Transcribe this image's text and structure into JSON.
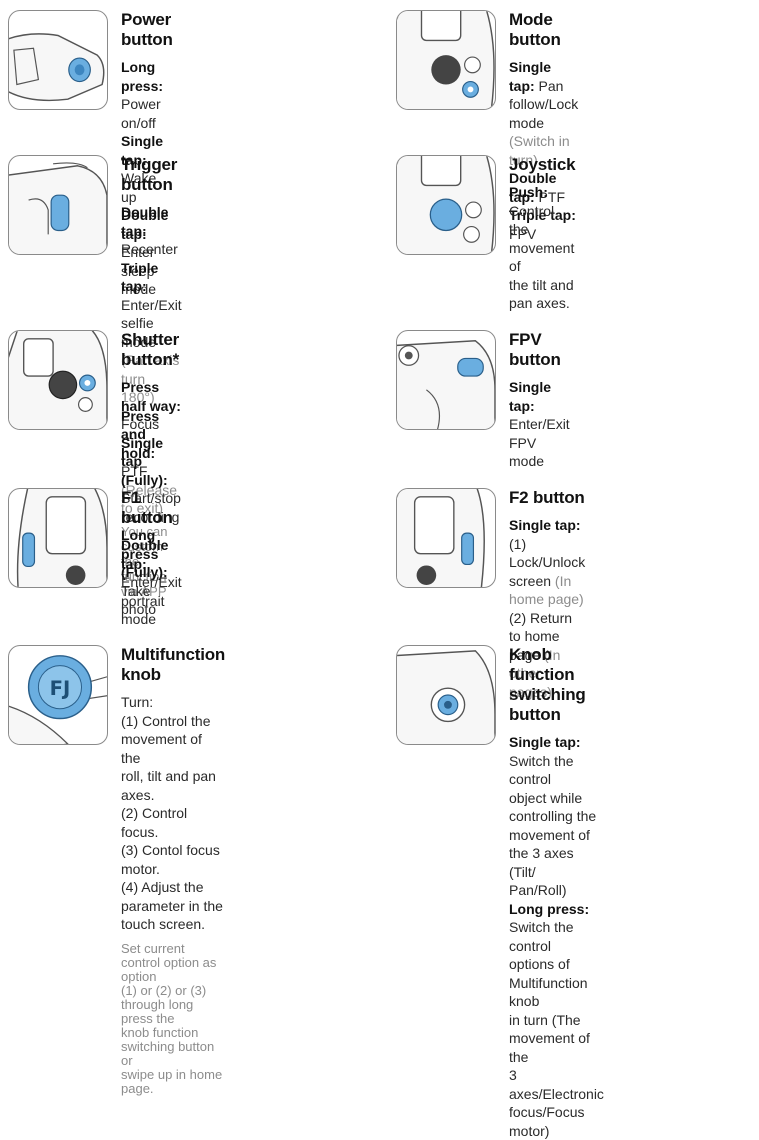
{
  "entries": {
    "power": {
      "title": "Power button",
      "l1_key": "Long press:",
      "l1_val": " Power on/off",
      "l2_key": "Single tap:",
      "l2_val": " Wake up",
      "l3_key": "Double tap:",
      "l3_val": " Enter sleep mode"
    },
    "mode": {
      "title": "Mode button",
      "l1_key": "Single tap:",
      "l1_val": " Pan follow/Lock",
      "l1b_val": "mode ",
      "l1b_gray": "(Switch in turn)",
      "l2_key": "Double tap:",
      "l2_val": " PTF",
      "l3_key": "Triple tap:",
      "l3_val": " FPV"
    },
    "trigger": {
      "title": "Trigger button",
      "l1_key": "Double tap:",
      "l1_val": " Recenter",
      "l2_key": "Triple tap:",
      "l2_val": " Enter/Exit selfie mode",
      "l2_gray": "(Pan axis turn 180°)",
      "l3_key": "Press and hold:",
      "l3_val": " PTF ",
      "l3_gray": "(Release to exit)",
      "note": "You can custom the function via APP"
    },
    "joystick": {
      "title": "Joystick",
      "l1_key": "Push:",
      "l1_val": " Control the movement of",
      "l1b_val": "the tilt and pan axes."
    },
    "shutter": {
      "title": "Shutter button*",
      "l1_key": "Press half way:",
      "l1_val": " Focus",
      "l2_key": "Single tap (Fully):",
      "l2_val": " Start/stop",
      "l2b_val": "recording",
      "l3_key": "Long press (Fully):",
      "l3_val": " Take photo"
    },
    "fpv": {
      "title": "FPV button",
      "l1_key": "Single tap:",
      "l1_val": " Enter/Exit FPV mode"
    },
    "f1": {
      "title": "F1 button",
      "l1_key": "Double tap:",
      "l1_val": " Enter/Exit portrait",
      "l1b_val": "mode"
    },
    "f2": {
      "title": "F2 button",
      "l1_key": "Single tap:",
      "l2_val": "(1) Lock/Unlock screen ",
      "l2_gray": "(In",
      "l2b_gray": "home page)",
      "l3_val": "(2) Return to home page ",
      "l3_gray": "(In",
      "l3b_gray": "other pages)"
    },
    "knob": {
      "title": "Multifunction knob",
      "l1_val": "Turn:",
      "l2_val": " (1) Control the movement of the",
      "l2b_val": "roll, tilt and pan axes.",
      "l3_val": "(2) Control focus.",
      "l4_val": "(3) Contol focus motor.",
      "l5_val": "(4) Adjust the parameter in the",
      "l5b_val": "touch screen.",
      "note1": "Set current control option as option",
      "note2": "(1) or (2) or (3) through long press the",
      "note3": "knob function switching button or",
      "note4": "swipe up in home page."
    },
    "knobswitch": {
      "title1": "Knob function switching",
      "title2": "button",
      "l1_key": "Single tap:",
      "l1_val": " Switch the control",
      "l1b_val": "object while controlling the",
      "l1c_val": "movement of the 3 axes (Tilt/",
      "l1d_val": "Pan/Roll)",
      "l2_key": "Long press:",
      "l2_val": " Switch the control",
      "l2b_val": "options of Multifunction knob",
      "l2c_val": "in turn (The movement of the",
      "l2d_val": "3 axes/Electronic focus/Focus",
      "l2e_val": "motor)"
    }
  },
  "colors": {
    "accent": "#6aaee0",
    "frame": "#8a8a8a",
    "gray_text": "#8c8c8c"
  }
}
